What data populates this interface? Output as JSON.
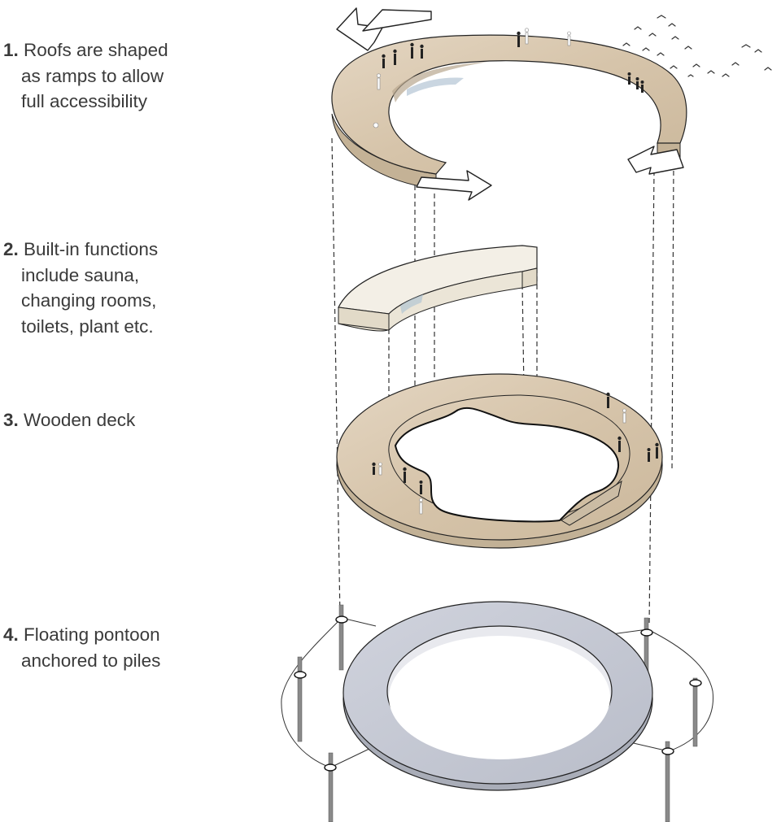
{
  "labels": [
    {
      "num": "1.",
      "lines": [
        "Roofs are shaped",
        "as ramps to allow",
        "full accessibility"
      ]
    },
    {
      "num": "2.",
      "lines": [
        "Built-in functions",
        "include sauna,",
        "changing rooms,",
        "toilets, plant etc."
      ]
    },
    {
      "num": "3.",
      "lines": [
        "Wooden deck"
      ]
    },
    {
      "num": "4.",
      "lines": [
        "Floating pontoon",
        "anchored to piles"
      ]
    }
  ],
  "colors": {
    "wood": "#d8c8b0",
    "wood_dark": "#bfae96",
    "function_block": "#f3efe6",
    "pontoon": "#c7cad6",
    "pile": "#8a8a8a",
    "line": "#222222"
  }
}
